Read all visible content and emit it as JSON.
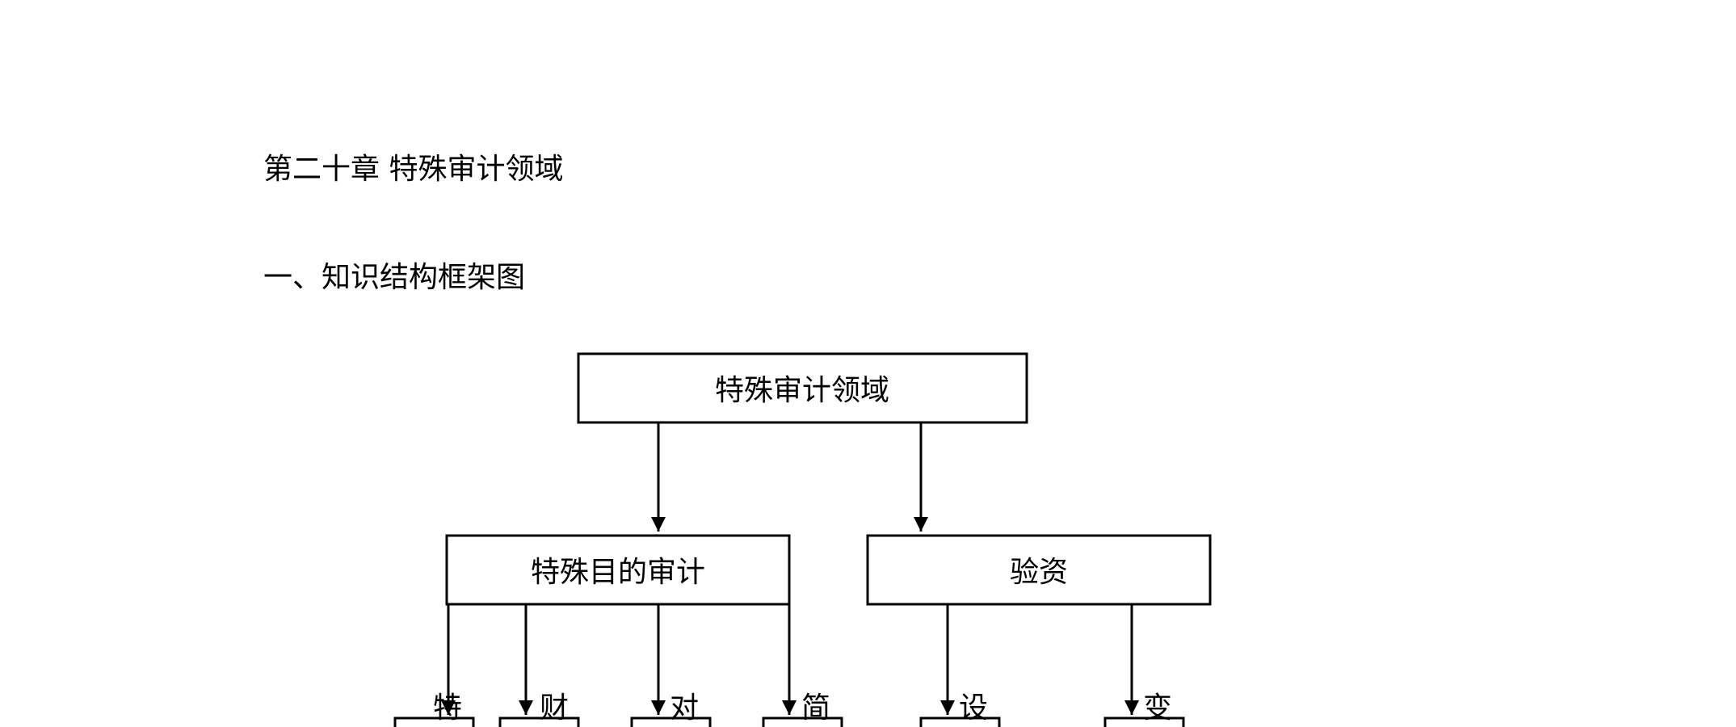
{
  "document": {
    "chapter_title": "第二十章 特殊审计领域",
    "section_title": "一、知识结构框架图"
  },
  "diagram": {
    "root": "特殊审计领域",
    "branches": [
      {
        "label": "特殊目的审计",
        "children": [
          "特",
          "财",
          "对",
          "简"
        ]
      },
      {
        "label": "验资",
        "children": [
          "设",
          "变"
        ]
      }
    ]
  }
}
